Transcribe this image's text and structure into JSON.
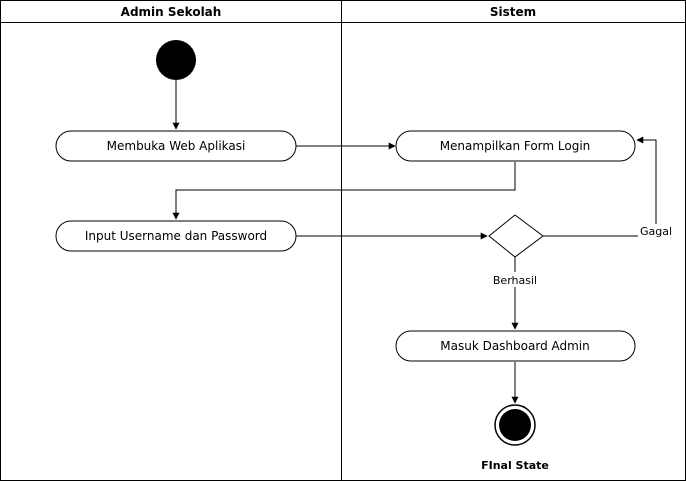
{
  "lanes": {
    "admin": "Admin Sekolah",
    "system": "Sistem"
  },
  "nodes": {
    "open_web": "Membuka Web Aplikasi",
    "show_login": "Menampilkan Form Login",
    "input_credentials": "Input Username dan Password",
    "enter_dashboard": "Masuk Dashboard Admin"
  },
  "edges": {
    "fail": "Gagal",
    "success": "Berhasil"
  },
  "final_state": "FInal State"
}
